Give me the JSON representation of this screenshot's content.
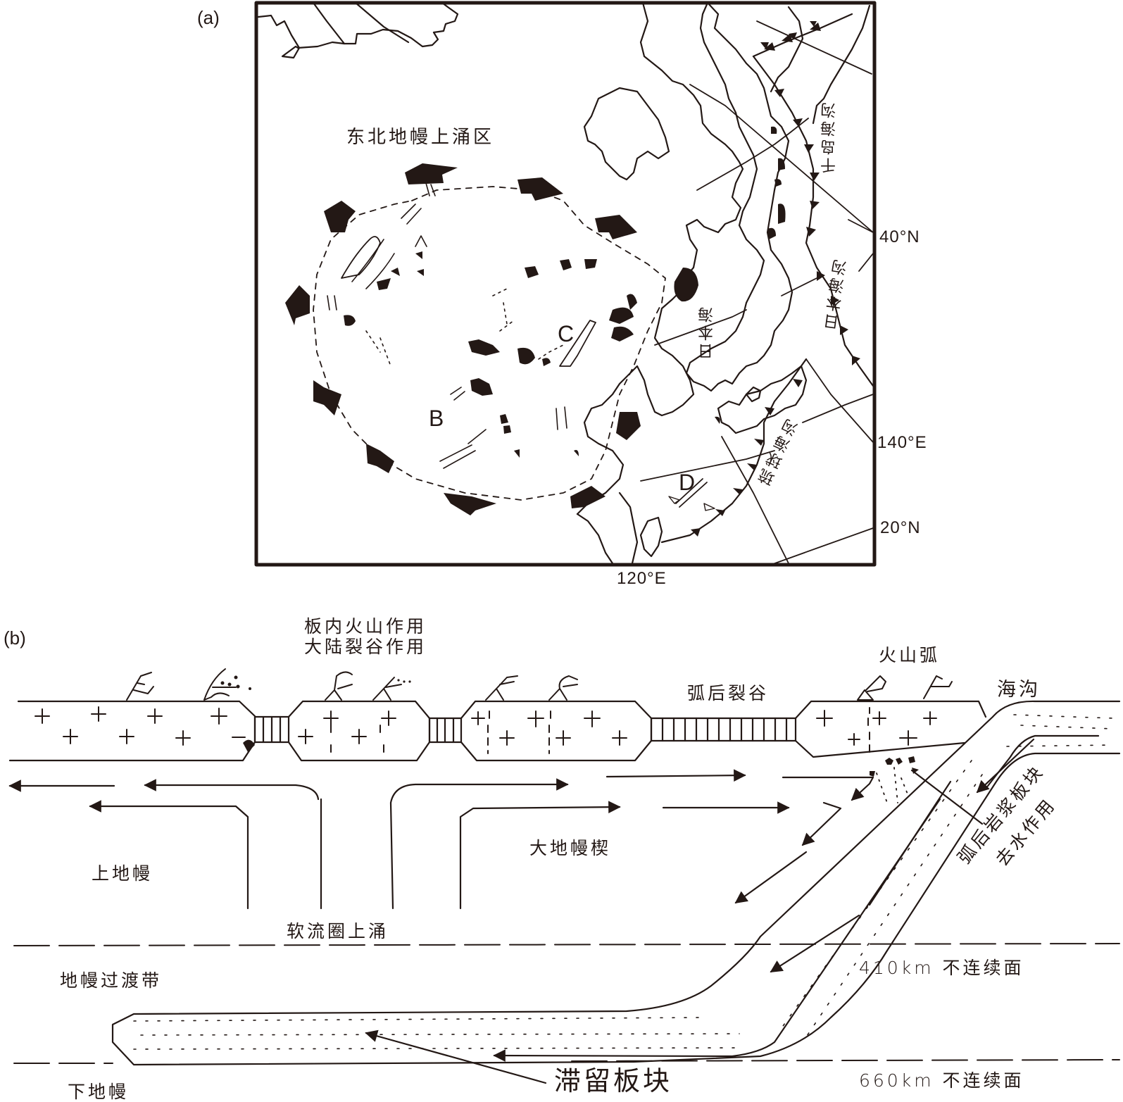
{
  "panel_a": {
    "label": "(a)",
    "title": "东北地幔上涌区",
    "site_labels": [
      "B",
      "C",
      "D"
    ],
    "sea_label": "日本海",
    "trenches": [
      "千岛海沟",
      "日本海沟",
      "琉球海沟"
    ],
    "coords": {
      "lat_40": "40°N",
      "lon_140": "140°E",
      "lat_20": "20°N",
      "lon_120": "120°E"
    }
  },
  "panel_b": {
    "label": "(b)",
    "intraplate_line1": "板内火山作用",
    "intraplate_line2": "大陆裂谷作用",
    "volcanic_arc": "火山弧",
    "back_arc_rift": "弧后裂谷",
    "trench": "海沟",
    "upper_mantle": "上地幔",
    "big_mantle_wedge": "大地幔楔",
    "asthenosphere_upwelling": "软流圈上涌",
    "dehydration_line1": "弧后岩浆板块",
    "dehydration_line2": "去水作用",
    "transition_zone": "地幔过渡带",
    "d410": "410km 不连续面",
    "d660": "660km 不连续面",
    "lower_mantle": "下地幔",
    "stagnant_slab": "滞留板块"
  },
  "colors": {
    "ink": "#231815",
    "background": "#ffffff"
  }
}
